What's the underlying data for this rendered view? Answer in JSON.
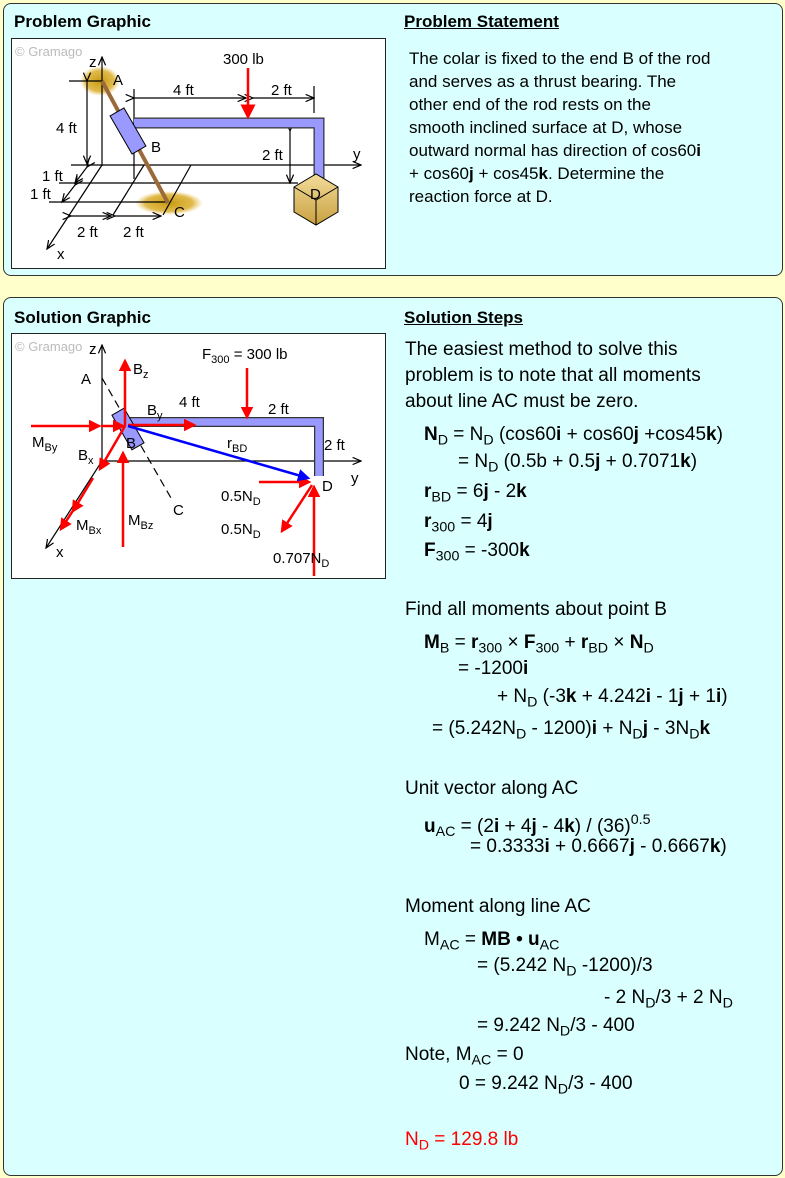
{
  "problem": {
    "graphic_title": "Problem Graphic",
    "statement_title": "Problem Statement",
    "watermark": "© Gramago",
    "labels": {
      "z": "z",
      "A": "A",
      "B": "B",
      "C": "C",
      "D": "D",
      "y": "y",
      "x": "x",
      "load": "300 lb",
      "dim_4ft_h": "4 ft",
      "dim_2ft_h": "2 ft",
      "dim_4ft_v": "4 ft",
      "dim_2ft_v": "2 ft",
      "dim_1ft_a": "1 ft",
      "dim_1ft_b": "1 ft",
      "dim_2ft_x1": "2 ft",
      "dim_2ft_x2": "2 ft"
    },
    "statement": [
      [
        {
          "t": "The colar is fixed to the end B of the rod"
        }
      ],
      [
        {
          "t": "and serves as a thrust bearing. The"
        }
      ],
      [
        {
          "t": "other end of the rod rests on the"
        }
      ],
      [
        {
          "t": "smooth inclined surface at D, whose"
        }
      ],
      [
        {
          "t": "outward normal has direction of cos60"
        },
        {
          "t": "i",
          "s": "b"
        }
      ],
      [
        {
          "t": "+ cos60"
        },
        {
          "t": "j",
          "s": "b"
        },
        {
          "t": " + cos45"
        },
        {
          "t": "k",
          "s": "b"
        },
        {
          "t": ". Determine the"
        }
      ],
      [
        {
          "t": "reaction force at D."
        }
      ]
    ]
  },
  "solution": {
    "graphic_title": "Solution Graphic",
    "steps_title": "Solution Steps",
    "watermark": "© Gramago",
    "labels": {
      "z": "z",
      "A": "A",
      "B": "B",
      "C": "C",
      "D": "D",
      "y": "y",
      "x": "x",
      "F300_main": "F",
      "F300_sub": "300",
      "F300_rest": " = 300 lb",
      "Bz_main": "B",
      "Bz_sub": "z",
      "By_main": "B",
      "By_sub": "y",
      "Bx_main": "B",
      "Bx_sub": "x",
      "MBy_main": "M",
      "MBy_sub": "By",
      "MBx_main": "M",
      "MBx_sub": "Bx",
      "MBz_main": "M",
      "MBz_sub": "Bz",
      "rBD_main": "r",
      "rBD_sub": "BD",
      "dim_4ft": "4 ft",
      "dim_2ft_h": "2 ft",
      "dim_2ft_v": "2 ft",
      "nd1_main": "0.5N",
      "nd1_sub": "D",
      "nd2_main": "0.5N",
      "nd2_sub": "D",
      "nd3_main": "0.707N",
      "nd3_sub": "D"
    },
    "steps": [
      [
        {
          "t": "The easiest method to solve this"
        }
      ],
      [
        {
          "t": "problem is to note that all moments"
        }
      ],
      [
        {
          "t": "about line AC must be zero."
        }
      ],
      [
        {
          "t": "N",
          "s": "b"
        },
        {
          "t": "D",
          "s": "sub"
        },
        {
          "t": " = N"
        },
        {
          "t": "D",
          "s": "sub"
        },
        {
          "t": " (cos60"
        },
        {
          "t": "i",
          "s": "b"
        },
        {
          "t": " + cos60"
        },
        {
          "t": "j",
          "s": "b"
        },
        {
          "t": " +cos45"
        },
        {
          "t": "k",
          "s": "b"
        },
        {
          "t": ")"
        }
      ],
      [
        {
          "t": "= N"
        },
        {
          "t": "D",
          "s": "sub"
        },
        {
          "t": " (0.5b + 0.5"
        },
        {
          "t": "j",
          "s": "b"
        },
        {
          "t": " + 0.7071"
        },
        {
          "t": "k",
          "s": "b"
        },
        {
          "t": ")"
        }
      ],
      [
        {
          "t": "r",
          "s": "b"
        },
        {
          "t": "BD",
          "s": "sub"
        },
        {
          "t": " = 6"
        },
        {
          "t": "j",
          "s": "b"
        },
        {
          "t": " - 2"
        },
        {
          "t": "k",
          "s": "b"
        }
      ],
      [
        {
          "t": "r",
          "s": "b"
        },
        {
          "t": "300",
          "s": "sub"
        },
        {
          "t": " = 4"
        },
        {
          "t": "j",
          "s": "b"
        }
      ],
      [
        {
          "t": "F",
          "s": "b"
        },
        {
          "t": "300",
          "s": "sub"
        },
        {
          "t": " = -300"
        },
        {
          "t": "k",
          "s": "b"
        }
      ],
      [
        {
          "t": "Find all moments about point B"
        }
      ],
      [
        {
          "t": "M",
          "s": "b"
        },
        {
          "t": "B",
          "s": "sub"
        },
        {
          "t": " = "
        },
        {
          "t": "r",
          "s": "b"
        },
        {
          "t": "300",
          "s": "sub"
        },
        {
          "t": " × "
        },
        {
          "t": "F",
          "s": "b"
        },
        {
          "t": "300",
          "s": "sub"
        },
        {
          "t": " + "
        },
        {
          "t": "r",
          "s": "b"
        },
        {
          "t": "BD",
          "s": "sub"
        },
        {
          "t": " × "
        },
        {
          "t": "N",
          "s": "b"
        },
        {
          "t": "D",
          "s": "sub"
        }
      ],
      [
        {
          "t": "= -1200"
        },
        {
          "t": "i",
          "s": "b"
        }
      ],
      [
        {
          "t": "+ N"
        },
        {
          "t": "D",
          "s": "sub"
        },
        {
          "t": " (-3"
        },
        {
          "t": "k",
          "s": "b"
        },
        {
          "t": " + 4.242"
        },
        {
          "t": "i",
          "s": "b"
        },
        {
          "t": " - 1"
        },
        {
          "t": "j",
          "s": "b"
        },
        {
          "t": " + 1"
        },
        {
          "t": "i",
          "s": "b"
        },
        {
          "t": ")"
        }
      ],
      [
        {
          "t": "= (5.242N"
        },
        {
          "t": "D",
          "s": "sub"
        },
        {
          "t": " - 1200)"
        },
        {
          "t": "i",
          "s": "b"
        },
        {
          "t": " + N"
        },
        {
          "t": "D",
          "s": "sub"
        },
        {
          "t": "j",
          "s": "b"
        },
        {
          "t": " - 3N"
        },
        {
          "t": "D",
          "s": "sub"
        },
        {
          "t": "k",
          "s": "b"
        }
      ],
      [
        {
          "t": "Unit vector along AC"
        }
      ],
      [
        {
          "t": "u",
          "s": "b"
        },
        {
          "t": "AC",
          "s": "sub"
        },
        {
          "t": " = (2"
        },
        {
          "t": "i",
          "s": "b"
        },
        {
          "t": " + 4"
        },
        {
          "t": "j",
          "s": "b"
        },
        {
          "t": " - 4"
        },
        {
          "t": "k",
          "s": "b"
        },
        {
          "t": ") / (36)"
        },
        {
          "t": "0.5",
          "s": "sup"
        }
      ],
      [
        {
          "t": "= 0.3333"
        },
        {
          "t": "i",
          "s": "b"
        },
        {
          "t": " + 0.6667"
        },
        {
          "t": "j",
          "s": "b"
        },
        {
          "t": " - 0.6667"
        },
        {
          "t": "k",
          "s": "b"
        },
        {
          "t": ")"
        }
      ],
      [
        {
          "t": "Moment along line AC"
        }
      ],
      [
        {
          "t": "M"
        },
        {
          "t": "AC",
          "s": "sub"
        },
        {
          "t": " = "
        },
        {
          "t": "MB • u",
          "s": "b"
        },
        {
          "t": "AC",
          "s": "sub"
        }
      ],
      [
        {
          "t": "= (5.242 N"
        },
        {
          "t": "D",
          "s": "sub"
        },
        {
          "t": " -1200)/3"
        }
      ],
      [
        {
          "t": "- 2 N"
        },
        {
          "t": "D",
          "s": "sub"
        },
        {
          "t": "/3 + 2 N"
        },
        {
          "t": "D",
          "s": "sub"
        }
      ],
      [
        {
          "t": "= 9.242 N"
        },
        {
          "t": "D",
          "s": "sub"
        },
        {
          "t": "/3 - 400"
        }
      ],
      [
        {
          "t": "Note, M"
        },
        {
          "t": "AC",
          "s": "sub"
        },
        {
          "t": " = 0"
        }
      ],
      [
        {
          "t": "0 = 9.242 N"
        },
        {
          "t": "D",
          "s": "sub"
        },
        {
          "t": "/3 - 400"
        }
      ],
      [
        {
          "t": "N"
        },
        {
          "t": "D",
          "s": "sub"
        },
        {
          "t": " = 129.8 lb"
        }
      ]
    ],
    "answer_color": "#ff0000"
  }
}
